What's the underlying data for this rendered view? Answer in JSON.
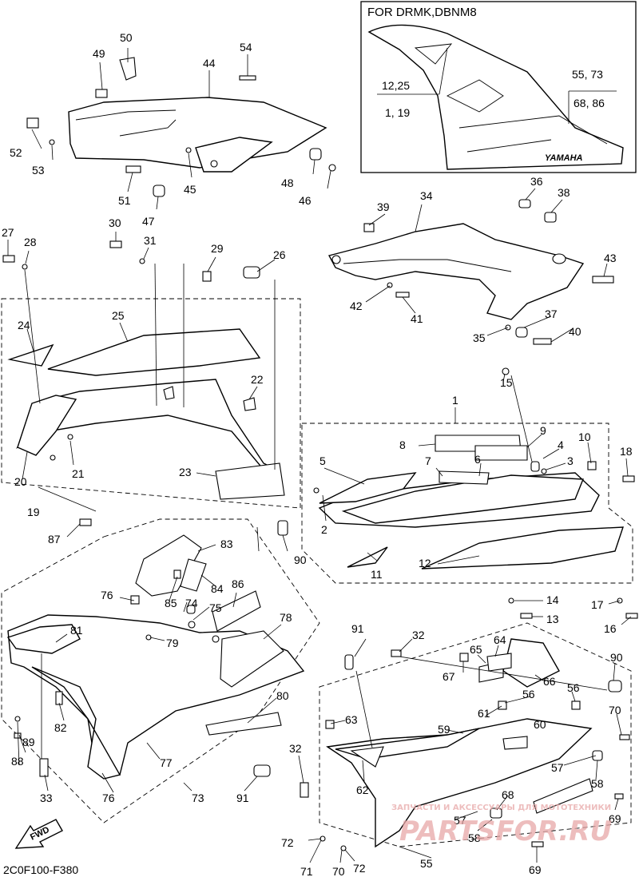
{
  "inset": {
    "title": "FOR DRMK,DBNM8",
    "ref_a_top": "12,25",
    "ref_a_bottom": "1, 19",
    "ref_b_top": "55, 73",
    "ref_b_bottom": "68, 86",
    "decal": "YAMAHA"
  },
  "callouts": [
    "1",
    "2",
    "3",
    "4",
    "5",
    "6",
    "7",
    "8",
    "9",
    "10",
    "11",
    "12",
    "13",
    "14",
    "15",
    "16",
    "17",
    "18",
    "19",
    "20",
    "21",
    "22",
    "23",
    "24",
    "25",
    "26",
    "27",
    "28",
    "29",
    "30",
    "31",
    "32",
    "33",
    "34",
    "35",
    "36",
    "37",
    "38",
    "39",
    "40",
    "41",
    "42",
    "43",
    "44",
    "45",
    "46",
    "47",
    "48",
    "49",
    "50",
    "51",
    "52",
    "53",
    "54",
    "55",
    "56",
    "57",
    "58",
    "59",
    "60",
    "61",
    "62",
    "63",
    "64",
    "65",
    "66",
    "67",
    "68",
    "69",
    "70",
    "71",
    "72",
    "73",
    "74",
    "75",
    "76",
    "77",
    "78",
    "79",
    "80",
    "81",
    "82",
    "83",
    "84",
    "85",
    "86",
    "87",
    "88",
    "89",
    "90",
    "91"
  ],
  "labels": {
    "n1": "1",
    "n2": "2",
    "n3": "3",
    "n4": "4",
    "n5": "5",
    "n6": "6",
    "n7": "7",
    "n8": "8",
    "n9": "9",
    "n10": "10",
    "n11": "11",
    "n12": "12",
    "n13": "13",
    "n14": "14",
    "n15": "15",
    "n16": "16",
    "n17": "17",
    "n18": "18",
    "n19": "19",
    "n20": "20",
    "n21": "21",
    "n22": "22",
    "n23": "23",
    "n24": "24",
    "n25": "25",
    "n26": "26",
    "n27": "27",
    "n28": "28",
    "n29": "29",
    "n30": "30",
    "n31": "31",
    "n32a": "32",
    "n32b": "32",
    "n33": "33",
    "n34": "34",
    "n35": "35",
    "n36": "36",
    "n37": "37",
    "n38": "38",
    "n39": "39",
    "n40": "40",
    "n41": "41",
    "n42": "42",
    "n43": "43",
    "n44": "44",
    "n45": "45",
    "n46": "46",
    "n47": "47",
    "n48": "48",
    "n49": "49",
    "n50": "50",
    "n51": "51",
    "n52": "52",
    "n53": "53",
    "n54": "54",
    "n55": "55",
    "n56a": "56",
    "n56b": "56",
    "n57a": "57",
    "n57b": "57",
    "n58a": "58",
    "n58b": "58",
    "n59": "59",
    "n60": "60",
    "n61": "61",
    "n62": "62",
    "n63": "63",
    "n64": "64",
    "n65": "65",
    "n66": "66",
    "n67": "67",
    "n68": "68",
    "n69a": "69",
    "n69b": "69",
    "n70a": "70",
    "n70b": "70",
    "n71": "71",
    "n72a": "72",
    "n72b": "72",
    "n73": "73",
    "n74": "74",
    "n75": "75",
    "n76a": "76",
    "n76b": "76",
    "n77": "77",
    "n78": "78",
    "n79": "79",
    "n80": "80",
    "n81": "81",
    "n82": "82",
    "n83": "83",
    "n84": "84",
    "n85": "85",
    "n86": "86",
    "n87": "87",
    "n88": "88",
    "n89": "89",
    "n90a": "90",
    "n90b": "90",
    "n91a": "91",
    "n91b": "91"
  },
  "fwd_label": "FWD",
  "diagram_code": "2C0F100-F380",
  "watermark_top": "ЗАПЧАСТИ И АКСЕССУАРЫ ДЛЯ МОТОТЕХНИКИ",
  "watermark_brand": "PARTSFOR.RU",
  "colors": {
    "line": "#000000",
    "background": "#ffffff",
    "watermark": "#e8a8a8"
  }
}
